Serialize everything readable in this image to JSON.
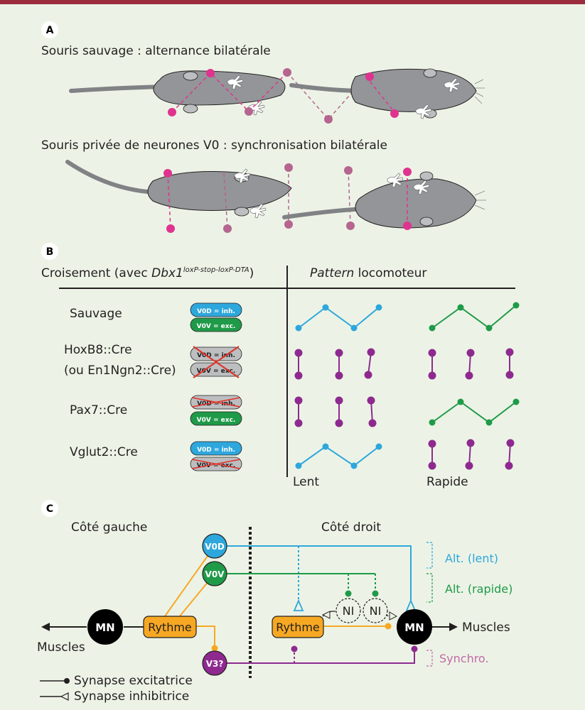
{
  "panels": {
    "a": "A",
    "b": "B",
    "c": "C"
  },
  "panel_a": {
    "title1": "Souris sauvage : alternance bilatérale",
    "title2": "Souris privée de neurones V0 : synchronisation bilatérale"
  },
  "panel_b": {
    "header_left_prefix": "Croisement (avec ",
    "header_gene": "Dbx1",
    "header_sup": "loxP-stop-loxP-DTA",
    "header_suffix": ")",
    "header_right_italic": "Pattern",
    "header_right_rest": " locomoteur",
    "rows": [
      {
        "label": "Sauvage",
        "label2": ""
      },
      {
        "label": "HoxB8::Cre",
        "label2": "(ou En1Ngn2::Cre)"
      },
      {
        "label": "Pax7::Cre",
        "label2": ""
      },
      {
        "label": "Vglut2::Cre",
        "label2": ""
      }
    ],
    "badge_v0d": "V0D = inh.",
    "badge_v0v": "V0V = exc.",
    "speed_slow": "Lent",
    "speed_fast": "Rapide",
    "colors": {
      "blue": "#2ea7dc",
      "green": "#1f9a48",
      "purple": "#8e2a8f",
      "red": "#e23127",
      "pink": "#e0338f"
    }
  },
  "panel_c": {
    "left_side": "Côté gauche",
    "right_side": "Côté droit",
    "mn": "MN",
    "rythme": "Rythme",
    "v0d": "V0D",
    "v0v": "V0V",
    "v3": "V3?",
    "ni": "NI",
    "muscles": "Muscles",
    "alt_slow": "Alt. (lent)",
    "alt_fast": "Alt. (rapide)",
    "synchro": "Synchro.",
    "legend_exc": "Synapse excitatrice",
    "legend_inh": "Synapse inhibitrice",
    "colors": {
      "orange": "#f7a823",
      "blue": "#2ea7dc",
      "green": "#1f9a48",
      "purple": "#8e2a8f"
    }
  }
}
